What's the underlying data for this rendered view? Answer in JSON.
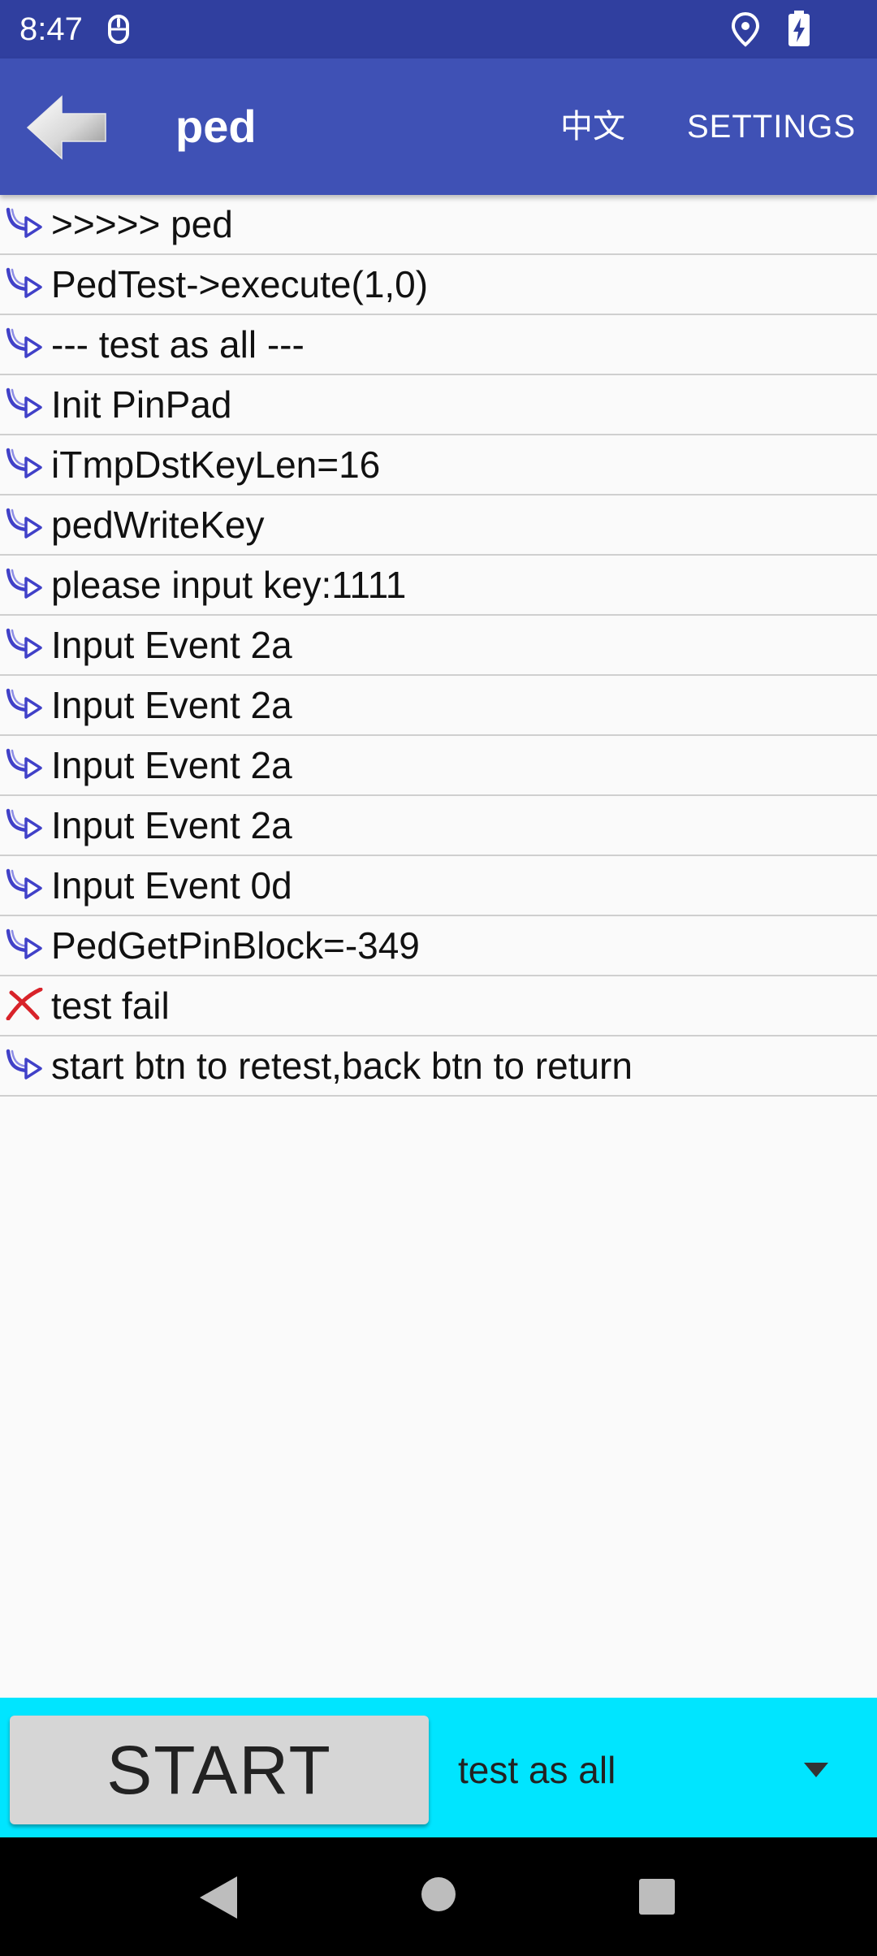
{
  "status_bar": {
    "time": "8:47",
    "icons": [
      "notification-mouse-icon",
      "location-icon",
      "battery-charging-icon"
    ]
  },
  "app_bar": {
    "back_icon": "back-arrow-icon",
    "title": "ped",
    "lang_label": "中文",
    "settings_label": "SETTINGS",
    "color": "#3f51b5"
  },
  "log": {
    "entries": [
      {
        "icon": "arrow-icon",
        "text": ">>>>> ped"
      },
      {
        "icon": "arrow-icon",
        "text": "PedTest->execute(1,0)"
      },
      {
        "icon": "arrow-icon",
        "text": "--- test as all ---"
      },
      {
        "icon": "arrow-icon",
        "text": "Init PinPad"
      },
      {
        "icon": "arrow-icon",
        "text": "iTmpDstKeyLen=16"
      },
      {
        "icon": "arrow-icon",
        "text": "pedWriteKey"
      },
      {
        "icon": "arrow-icon",
        "text": "please input key:1111"
      },
      {
        "icon": "arrow-icon",
        "text": "Input Event 2a"
      },
      {
        "icon": "arrow-icon",
        "text": "Input Event 2a"
      },
      {
        "icon": "arrow-icon",
        "text": "Input Event 2a"
      },
      {
        "icon": "arrow-icon",
        "text": "Input Event 2a"
      },
      {
        "icon": "arrow-icon",
        "text": "Input Event 0d"
      },
      {
        "icon": "arrow-icon",
        "text": "PedGetPinBlock=-349"
      },
      {
        "icon": "fail-x-icon",
        "text": "test fail"
      },
      {
        "icon": "arrow-icon",
        "text": "start btn to retest,back btn to return"
      }
    ]
  },
  "controls": {
    "start_label": "START",
    "mode_value": "test as all",
    "panel_color": "#00e5ff"
  },
  "nav_bar": {
    "icons": [
      "nav-back-icon",
      "nav-home-icon",
      "nav-recents-icon"
    ]
  }
}
